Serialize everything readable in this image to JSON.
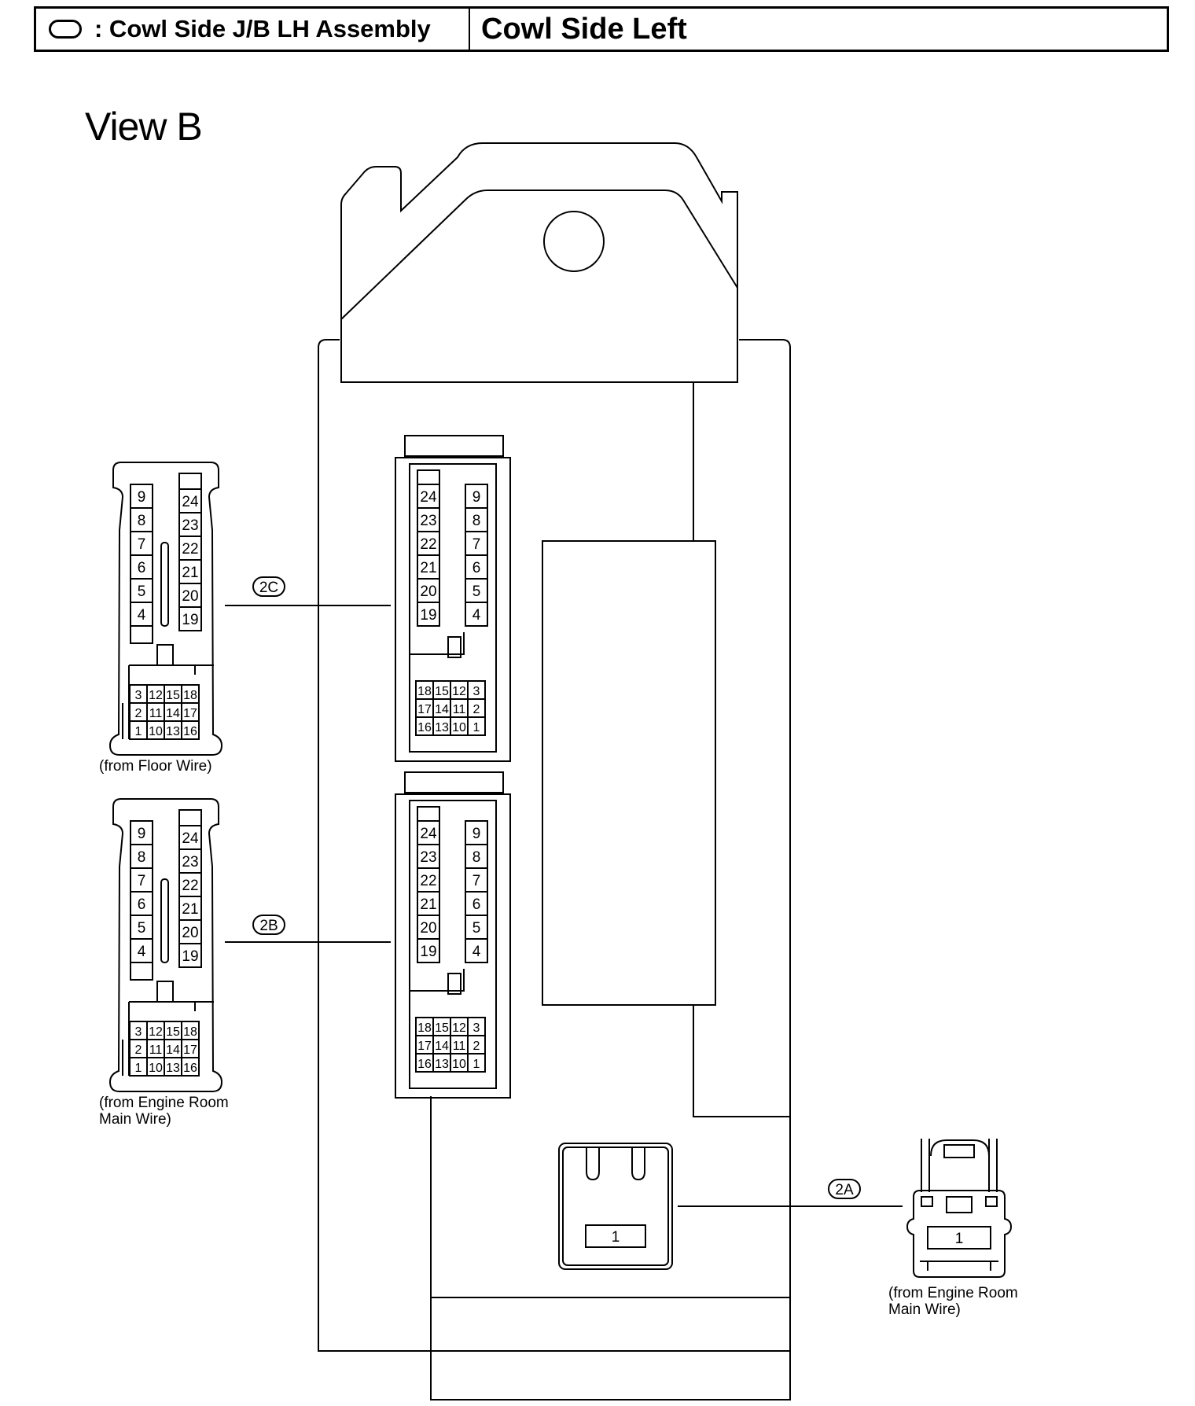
{
  "header": {
    "symbol": "oval-icon",
    "title": ": Cowl Side J/B LH Assembly",
    "location": "Cowl Side Left"
  },
  "view_title": "View B",
  "connectors": {
    "2C": {
      "code": "2C",
      "caption_lines": [
        "(from Floor Wire)"
      ],
      "left_col": [
        "9",
        "8",
        "7",
        "6",
        "5",
        "4"
      ],
      "right_col": [
        "24",
        "23",
        "22",
        "21",
        "20",
        "19"
      ],
      "grid_rows": [
        [
          "3",
          "12",
          "15",
          "18"
        ],
        [
          "2",
          "11",
          "14",
          "17"
        ],
        [
          "1",
          "10",
          "13",
          "16"
        ]
      ],
      "jb_right_col": [
        "9",
        "8",
        "7",
        "6",
        "5",
        "4"
      ],
      "jb_left_col": [
        "24",
        "23",
        "22",
        "21",
        "20",
        "19"
      ],
      "jb_grid_rows": [
        [
          "18",
          "15",
          "12",
          "3"
        ],
        [
          "17",
          "14",
          "11",
          "2"
        ],
        [
          "16",
          "13",
          "10",
          "1"
        ]
      ]
    },
    "2B": {
      "code": "2B",
      "caption_lines": [
        "(from Engine Room",
        "Main Wire)"
      ],
      "left_col": [
        "9",
        "8",
        "7",
        "6",
        "5",
        "4"
      ],
      "right_col": [
        "24",
        "23",
        "22",
        "21",
        "20",
        "19"
      ],
      "grid_rows": [
        [
          "3",
          "12",
          "15",
          "18"
        ],
        [
          "2",
          "11",
          "14",
          "17"
        ],
        [
          "1",
          "10",
          "13",
          "16"
        ]
      ],
      "jb_right_col": [
        "9",
        "8",
        "7",
        "6",
        "5",
        "4"
      ],
      "jb_left_col": [
        "24",
        "23",
        "22",
        "21",
        "20",
        "19"
      ],
      "jb_grid_rows": [
        [
          "18",
          "15",
          "12",
          "3"
        ],
        [
          "17",
          "14",
          "11",
          "2"
        ],
        [
          "16",
          "13",
          "10",
          "1"
        ]
      ]
    },
    "2A": {
      "code": "2A",
      "caption_lines": [
        "(from Engine Room",
        "Main Wire)"
      ],
      "pin": "1",
      "jb_pin": "1"
    }
  }
}
